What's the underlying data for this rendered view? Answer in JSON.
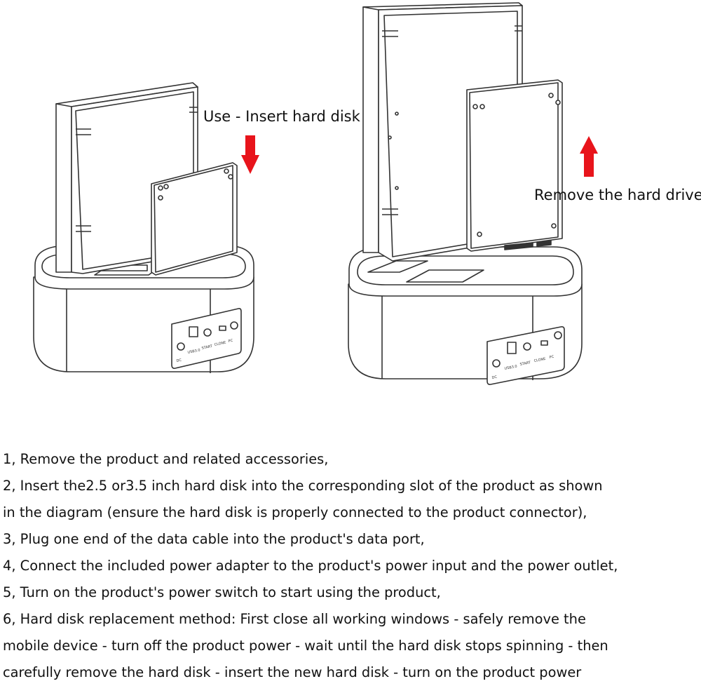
{
  "labels": {
    "insert": "Use - Insert hard disk",
    "remove": "Remove the hard drive"
  },
  "port_labels": {
    "dc": "DC",
    "usb": "USB3.0",
    "start": "START",
    "clone": "CLONE",
    "pc": "PC"
  },
  "steps": [
    "1, Remove the product and related accessories,",
    "2, Insert the2.5 or3.5 inch hard disk into the corresponding slot of the product as shown",
    " in the diagram (ensure the hard disk is properly connected to the product connector),",
    "3, Plug one end of the data cable into the product's data port,",
    "4, Connect the included power adapter to the product's power input and the power outlet,",
    "5, Turn on the product's power switch to start using the product,",
    "6, Hard disk replacement method: First close all working windows - safely remove the",
    "mobile device - turn off the product power - wait until the hard disk stops spinning - then",
    " carefully remove the hard disk - insert the new hard disk - turn on the product power"
  ],
  "colors": {
    "arrow": "#e8141b",
    "line": "#333333"
  }
}
